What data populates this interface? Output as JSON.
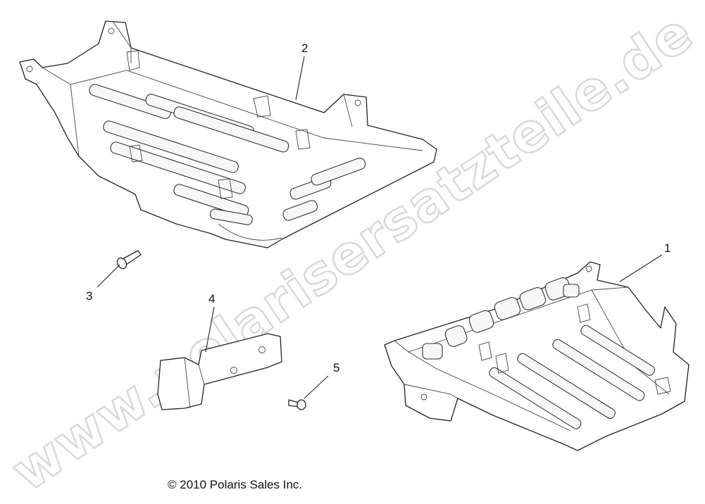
{
  "callouts": [
    {
      "label": "1"
    },
    {
      "label": "2"
    },
    {
      "label": "3"
    },
    {
      "label": "4"
    },
    {
      "label": "5"
    }
  ],
  "watermark": "www.polarisersatzteile.de",
  "copyright": "© 2010 Polaris Sales Inc."
}
